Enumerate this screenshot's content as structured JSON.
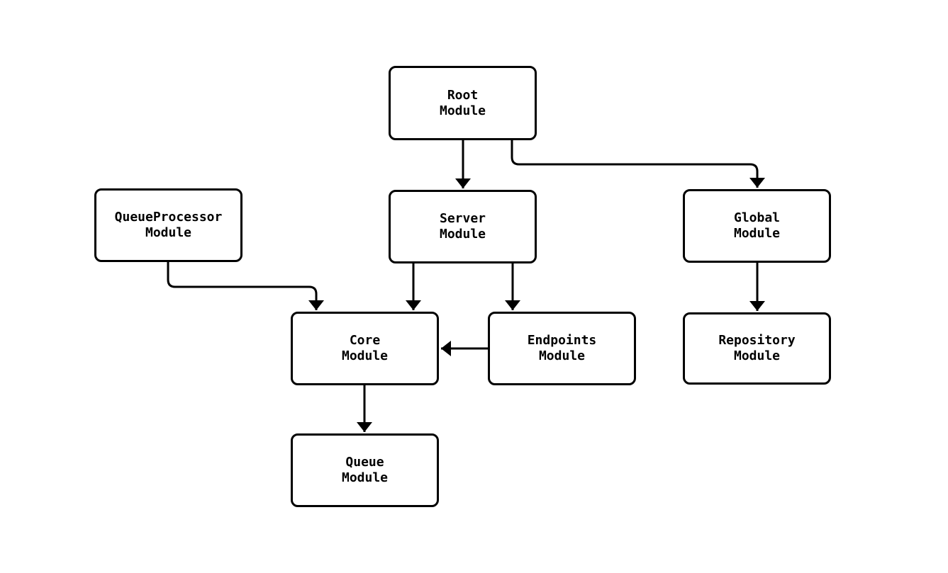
{
  "diagram": {
    "background_color": "#ffffff",
    "node_fill_color": "#ffffff",
    "line_color": "#000000",
    "text_color": "#000000",
    "nodes": [
      {
        "id": "root",
        "label": "Root\nModule"
      },
      {
        "id": "queueprocessor",
        "label": "QueueProcessor\nModule"
      },
      {
        "id": "server",
        "label": "Server\nModule"
      },
      {
        "id": "global",
        "label": "Global\nModule"
      },
      {
        "id": "core",
        "label": "Core\nModule"
      },
      {
        "id": "endpoints",
        "label": "Endpoints\nModule"
      },
      {
        "id": "repository",
        "label": "Repository\nModule"
      },
      {
        "id": "queue",
        "label": "Queue\nModule"
      }
    ],
    "edges": [
      {
        "from": "root",
        "to": "server"
      },
      {
        "from": "root",
        "to": "global"
      },
      {
        "from": "queueprocessor",
        "to": "core"
      },
      {
        "from": "server",
        "to": "core"
      },
      {
        "from": "server",
        "to": "endpoints"
      },
      {
        "from": "endpoints",
        "to": "core"
      },
      {
        "from": "global",
        "to": "repository"
      },
      {
        "from": "core",
        "to": "queue"
      }
    ]
  }
}
